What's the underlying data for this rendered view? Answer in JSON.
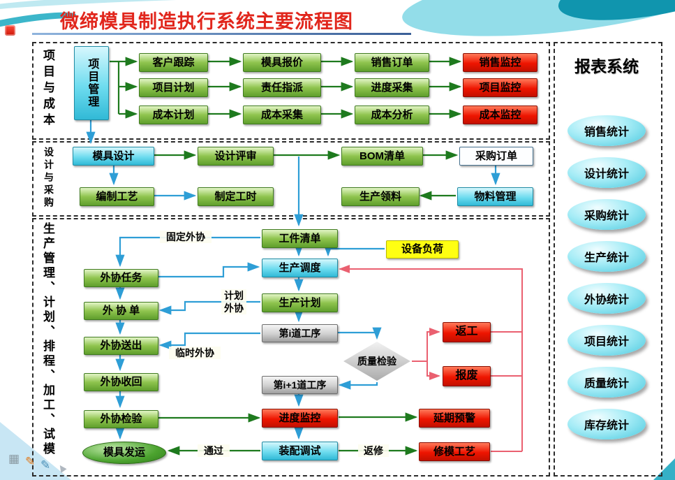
{
  "page": {
    "title": "微缔模具制造执行系统主要流程图"
  },
  "project_cost": {
    "label": "项目与成本",
    "hub": "项目管理",
    "rows": [
      {
        "c1": "客户跟踪",
        "c2": "模具报价",
        "c3": "销售订单",
        "c4": "销售监控"
      },
      {
        "c1": "项目计划",
        "c2": "责任指派",
        "c3": "进度采集",
        "c4": "项目监控"
      },
      {
        "c1": "成本计划",
        "c2": "成本采集",
        "c3": "成本分析",
        "c4": "成本监控"
      }
    ]
  },
  "design_procurement": {
    "label": "设计与采购",
    "mold_design": "模具设计",
    "design_review": "设计评审",
    "bom_list": "BOM清单",
    "purchase_order": "采购订单",
    "process_planning": "编制工艺",
    "work_hours": "制定工时",
    "material_requisition": "生产领料",
    "material_management": "物料管理"
  },
  "production": {
    "label": "生产管理、计划、排程、加工、试模",
    "work_list": "工件清单",
    "equipment_load": "设备负荷",
    "scheduling": "生产调度",
    "production_plan": "生产计划",
    "operation_i": "第i道工序",
    "quality_inspection": "质量检验",
    "rework": "返工",
    "scrap": "报废",
    "operation_i_plus_1": "第i+1道工序",
    "outsourcing_task": "外协任务",
    "outsourcing_order": "外 协 单",
    "outsourcing_send": "外协送出",
    "outsourcing_return": "外协收回",
    "outsourcing_inspect": "外协检验",
    "progress_monitor": "进度监控",
    "delay_warning": "延期预警",
    "assembly_testing": "装配调试",
    "mold_repair_process": "修模工艺",
    "mold_delivery": "模具发运",
    "edge_labels": {
      "fixed_outsourcing": "固定外协",
      "planned_outsourcing": "计划外协",
      "temporary_outsourcing": "临时外协",
      "pass": "通过",
      "repair": "返修"
    }
  },
  "reports": {
    "title": "报表系统",
    "items": [
      "销售统计",
      "设计统计",
      "采购统计",
      "生产统计",
      "外协统计",
      "项目统计",
      "质量统计",
      "库存统计"
    ]
  },
  "icons": {
    "image_tool": "▦",
    "pen_tool": "✎",
    "pencil_tool": "✎",
    "cursor_tool": "▲"
  },
  "colors": {
    "title_red": "#e1261c",
    "box_green": "#7db93e",
    "box_red": "#ee1500",
    "box_cyan": "#5fd6ea",
    "box_yellow": "#ffff12",
    "box_gray": "#c9c9c9",
    "arrow_green": "#1e7a1e",
    "arrow_blue": "#2e9ed6",
    "arrow_red": "#ea6070",
    "report_ellipse": "#7fe2f0"
  }
}
